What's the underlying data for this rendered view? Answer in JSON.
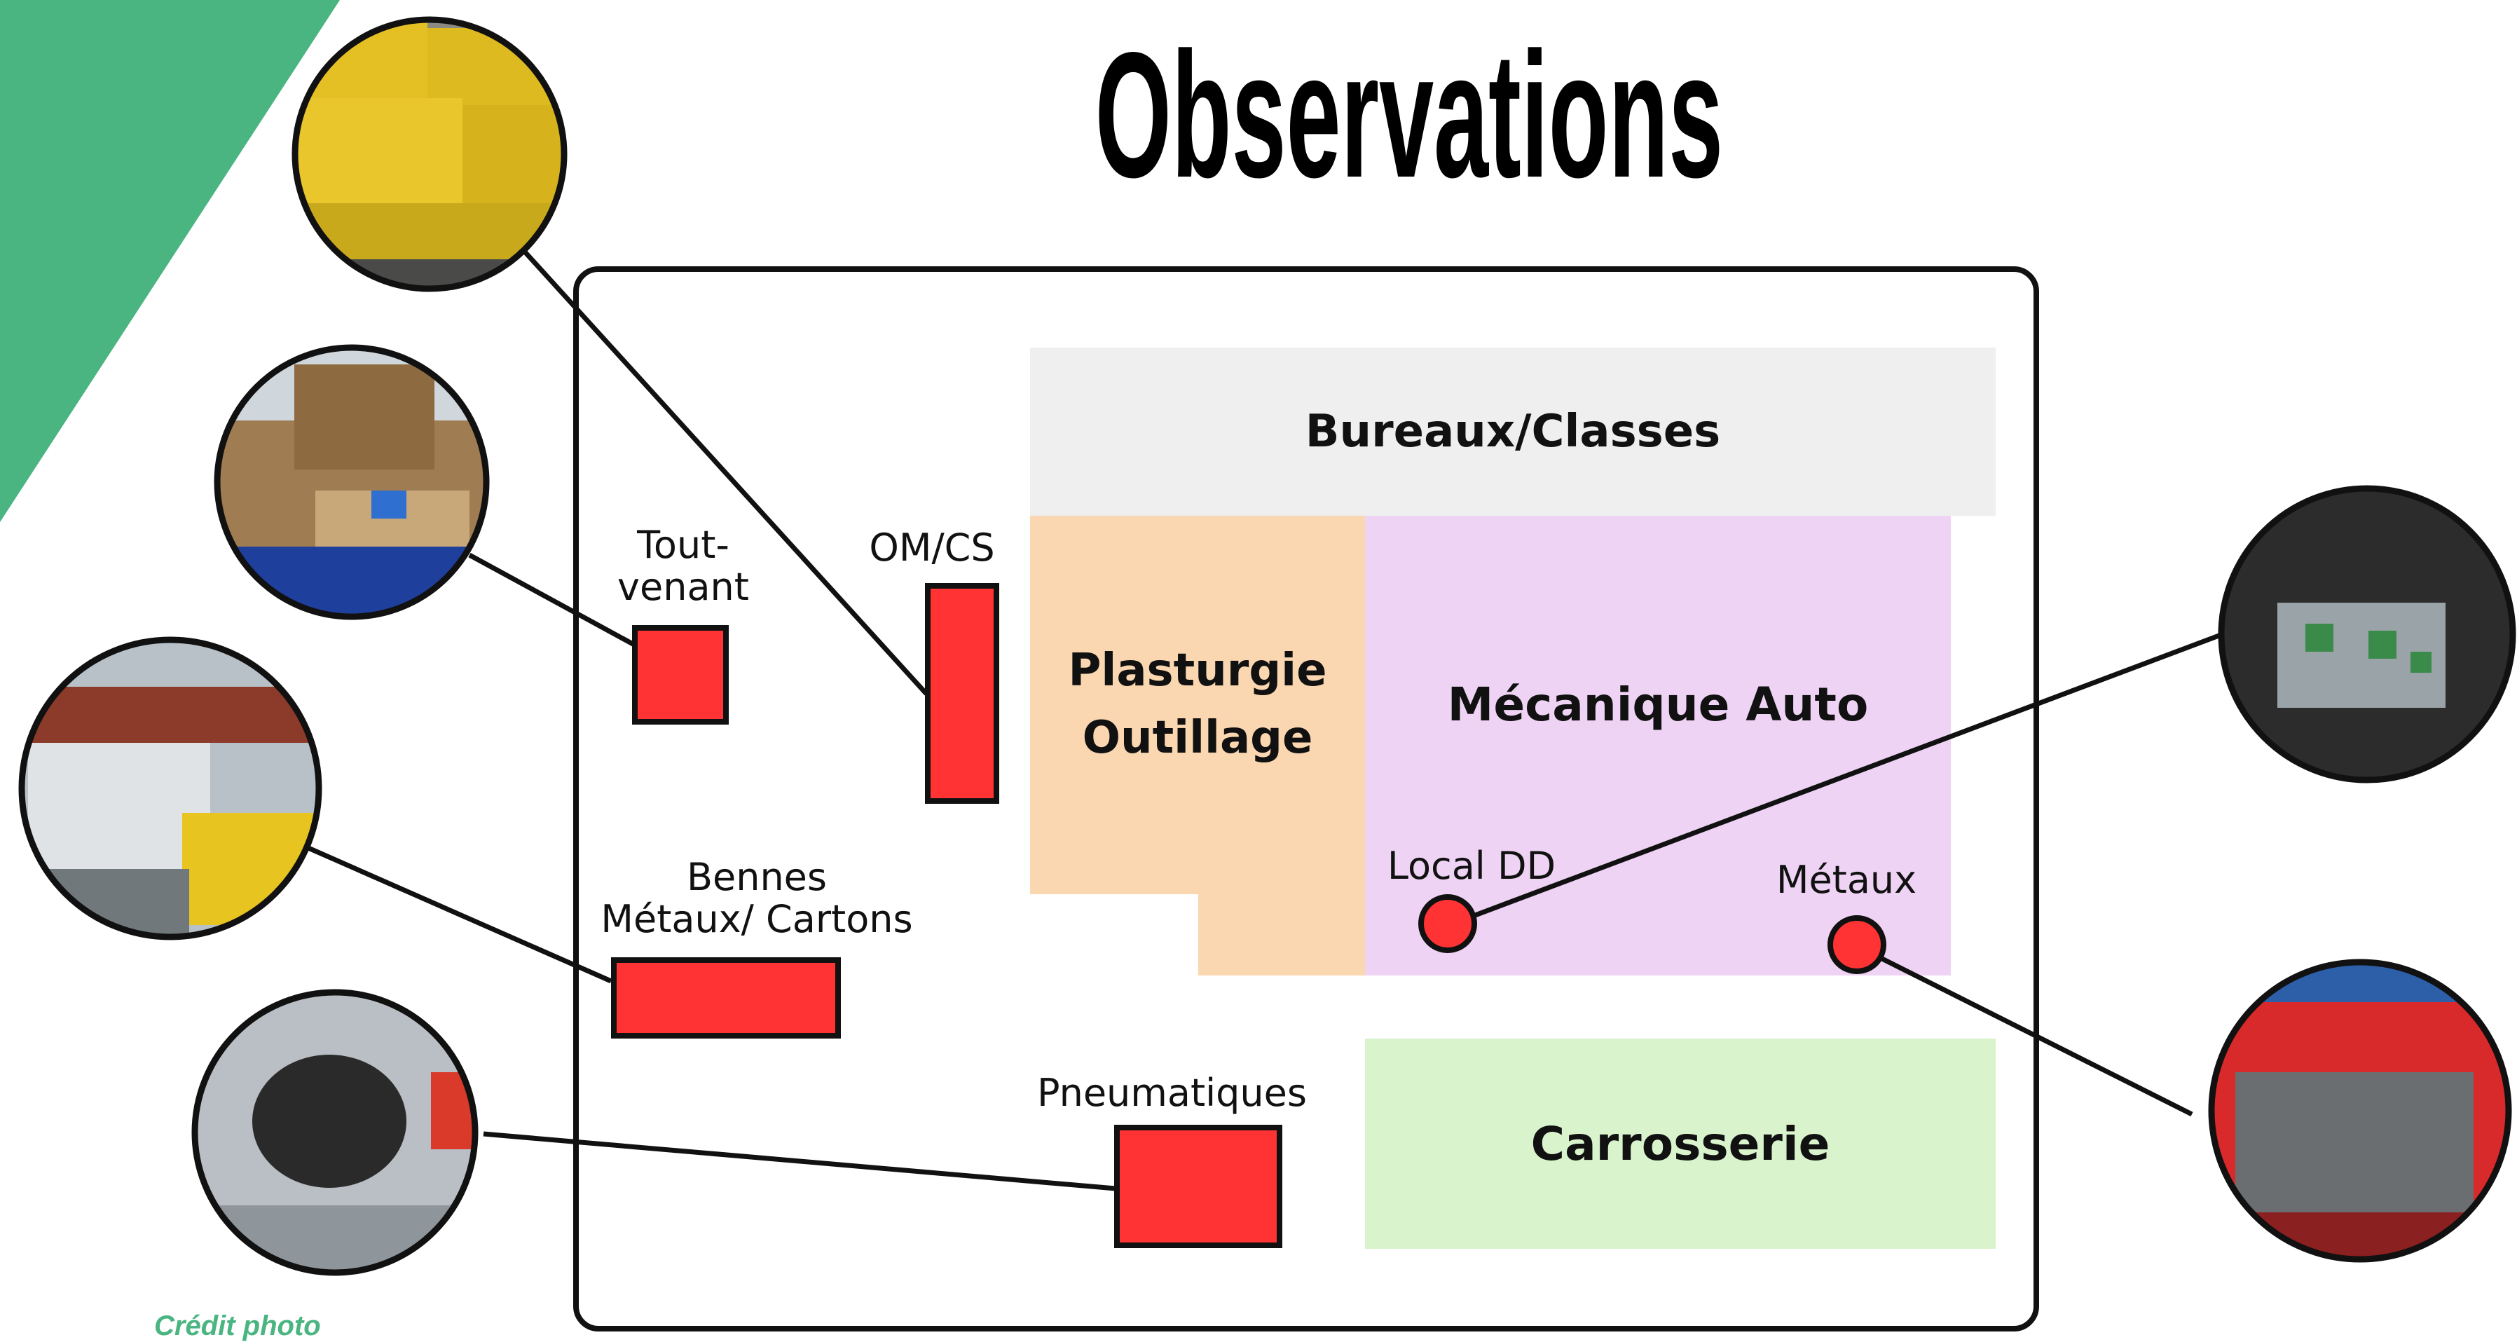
{
  "title": "Observations",
  "colors": {
    "accent_green": "#4ab581",
    "bureaux": "#eeefee",
    "plasturgie": "#fad7b0",
    "mecanique": "#efd3f4",
    "carrosserie": "#d9f3cd",
    "marker": "#ff3333"
  },
  "zones": {
    "bureaux": "Bureaux/Classes",
    "plasturgie_line1": "Plasturgie",
    "plasturgie_line2": "Outillage",
    "mecanique": "Mécanique Auto",
    "carrosserie": "Carrosserie"
  },
  "markers": {
    "tout_venant_line1": "Tout-",
    "tout_venant_line2": "venant",
    "om_cs": "OM/CS",
    "bennes_line1": "Bennes",
    "bennes_line2": "Métaux/ Cartons",
    "pneumatiques": "Pneumatiques",
    "local_dd": "Local DD",
    "metaux": "Métaux"
  },
  "photos": [
    {
      "name": "yellow-waste-bins-photo"
    },
    {
      "name": "wood-pallets-skip-photo"
    },
    {
      "name": "scrap-metal-skip-photo"
    },
    {
      "name": "tire-cage-photo"
    },
    {
      "name": "oil-cans-bag-photo"
    },
    {
      "name": "metal-shavings-bin-photo"
    }
  ],
  "credit": "Crédit photo"
}
